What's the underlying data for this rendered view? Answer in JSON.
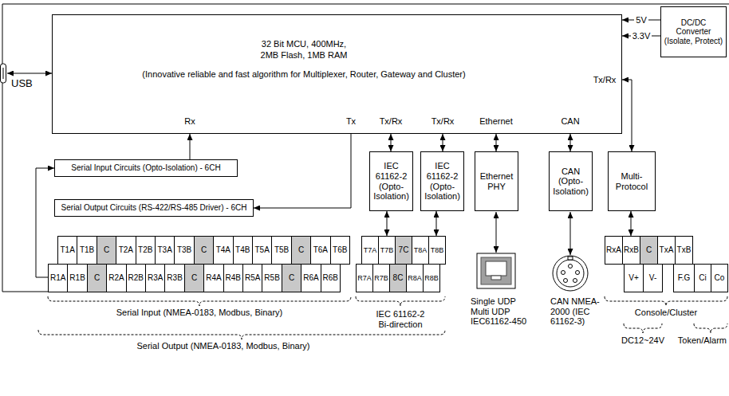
{
  "diagram": {
    "nodes": [
      {
        "text": [
          "32 Bit MCU, 400MHz, 2MB Flash, 1MB RAM",
          "(Innovative reliable and fast algorithm for Multiplexer, Router, Gateway and Cluster)"
        ]
      },
      {
        "text": [
          "DC/DC Converter (Isolate, Protect)"
        ]
      },
      {
        "text": [
          "Serial Input Circuits (Opto-Isolation) - 6CH"
        ]
      },
      {
        "text": [
          "Serial Output Circuits (RS-422/RS-485 Driver) - 6CH"
        ]
      },
      {
        "text": [
          "IEC 61162-2 (Opto-Isolation)"
        ]
      },
      {
        "text": [
          "IEC 61162-2 (Opto-Isolation)"
        ]
      },
      {
        "text": [
          "Ethernet PHY"
        ]
      },
      {
        "text": [
          "CAN (Opto-Isolation)"
        ]
      },
      {
        "text": [
          "Multi-Protocol"
        ]
      },
      {
        "text": [
          "T1A"
        ]
      },
      {
        "text": [
          "T1B"
        ]
      },
      {
        "text": [
          "C"
        ]
      },
      {
        "text": [
          "T2A"
        ]
      },
      {
        "text": [
          "T2B"
        ]
      },
      {
        "text": [
          "T3A"
        ]
      },
      {
        "text": [
          "T3B"
        ]
      },
      {
        "text": [
          "C"
        ]
      },
      {
        "text": [
          "T4A"
        ]
      },
      {
        "text": [
          "T4B"
        ]
      },
      {
        "text": [
          "T5A"
        ]
      },
      {
        "text": [
          "T5B"
        ]
      },
      {
        "text": [
          "C"
        ]
      },
      {
        "text": [
          "T6A"
        ]
      },
      {
        "text": [
          "T6B"
        ]
      },
      {
        "text": [
          "T7A"
        ]
      },
      {
        "text": [
          "T7B"
        ]
      },
      {
        "text": [
          "7C"
        ]
      },
      {
        "text": [
          "T8A"
        ]
      },
      {
        "text": [
          "T8B"
        ]
      },
      {
        "text": [
          "RxA"
        ]
      },
      {
        "text": [
          "RxB"
        ]
      },
      {
        "text": [
          "C"
        ]
      },
      {
        "text": [
          "TxA"
        ]
      },
      {
        "text": [
          "TxB"
        ]
      },
      {
        "text": [
          "R1A"
        ]
      },
      {
        "text": [
          "R1B"
        ]
      },
      {
        "text": [
          "C"
        ]
      },
      {
        "text": [
          "R2A"
        ]
      },
      {
        "text": [
          "R2B"
        ]
      },
      {
        "text": [
          "R3A"
        ]
      },
      {
        "text": [
          "R3B"
        ]
      },
      {
        "text": [
          "C"
        ]
      },
      {
        "text": [
          "R4A"
        ]
      },
      {
        "text": [
          "R4B"
        ]
      },
      {
        "text": [
          "R5A"
        ]
      },
      {
        "text": [
          "R5B"
        ]
      },
      {
        "text": [
          "C"
        ]
      },
      {
        "text": [
          "R6A"
        ]
      },
      {
        "text": [
          "R6B"
        ]
      },
      {
        "text": [
          "R7A"
        ]
      },
      {
        "text": [
          "R7B"
        ]
      },
      {
        "text": [
          "8C"
        ]
      },
      {
        "text": [
          "R8A"
        ]
      },
      {
        "text": [
          "R8B"
        ]
      },
      {
        "text": [
          "V+"
        ]
      },
      {
        "text": [
          "V-"
        ]
      },
      {
        "text": [
          "F.G"
        ]
      },
      {
        "text": [
          "Ci"
        ]
      },
      {
        "text": [
          "Co"
        ]
      }
    ],
    "edges": [
      {
        "from": 1,
        "to": 0,
        "label": "5V",
        "arrow": "to"
      },
      {
        "from": 1,
        "to": 0,
        "label": "3.3V",
        "arrow": "to"
      },
      {
        "from": 2,
        "to": 0,
        "arrow": "to"
      },
      {
        "from": 0,
        "to": 3,
        "arrow": "to"
      },
      {
        "from": 0,
        "to": 4,
        "arrow": "both"
      },
      {
        "from": 0,
        "to": 5,
        "arrow": "both"
      },
      {
        "from": 0,
        "to": 6,
        "arrow": "both"
      },
      {
        "from": 0,
        "to": 7,
        "arrow": "both"
      },
      {
        "from": 0,
        "to": 8,
        "arrow": "both"
      },
      {
        "from": 4,
        "to": 25,
        "arrow": "both"
      },
      {
        "from": 5,
        "to": 28,
        "arrow": "both"
      },
      {
        "from": 8,
        "to": 30,
        "arrow": "both"
      },
      {
        "from": 34,
        "to": 2,
        "arrow": "to"
      }
    ],
    "labels": [
      "Rx",
      "Tx",
      "Tx/Rx",
      "Tx/Rx",
      "Ethernet",
      "CAN",
      "Tx/Rx",
      "USB",
      "Serial Input (NMEA-0183, Modbus, Binary)",
      "Serial Output (NMEA-0183, Modbus, Binary)",
      "IEC 61162-2 Bi-direction",
      "Single UDP Multi UDP IEC61162-450",
      "CAN NMEA-2000 (IEC 61162-3)",
      "Console/Cluster",
      "DC12~24V",
      "Token/Alarm"
    ]
  }
}
